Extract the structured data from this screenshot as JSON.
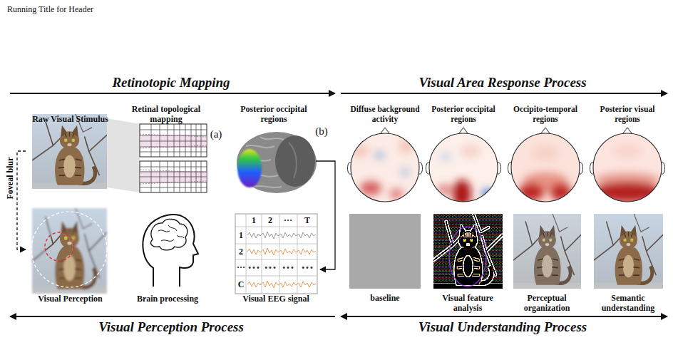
{
  "diagram": {
    "nodes": [
      {
        "text": [
          "Raw Visual Stimulus"
        ]
      },
      {
        "text": [
          "Visual Perception"
        ]
      },
      {
        "text": [
          "Retinal topological mapping"
        ]
      },
      {
        "text": [
          "Brain processing"
        ]
      },
      {
        "text": [
          "Posterior occipital regions"
        ]
      },
      {
        "text": [
          "Visual EEG signal"
        ]
      },
      {
        "text": [
          "Diffuse background activity"
        ]
      },
      {
        "text": [
          "Posterior occipital regions"
        ]
      },
      {
        "text": [
          "Occipito-temporal regions"
        ]
      },
      {
        "text": [
          "Posterior visual regions"
        ]
      },
      {
        "text": [
          "baseline"
        ]
      },
      {
        "text": [
          "Visual feature analysis"
        ]
      },
      {
        "text": [
          "Perceptual organization"
        ]
      },
      {
        "text": [
          "Semantic understanding"
        ]
      }
    ],
    "edges": [
      {
        "from": 0,
        "to": 1,
        "arrow": "to",
        "label": "Foveal blur"
      },
      {
        "from": 4,
        "to": 5,
        "arrow": "to"
      }
    ],
    "labels": [
      "Running Title for Header",
      "Retinotopic Mapping",
      "Visual Area Response Process",
      "Visual Perception Process",
      "Visual Understanding Process",
      "(a)",
      "(b)",
      "1",
      "2",
      "···",
      "T",
      "1",
      "2",
      "···",
      "C",
      "•••",
      "•••",
      "•••",
      "•••"
    ]
  }
}
